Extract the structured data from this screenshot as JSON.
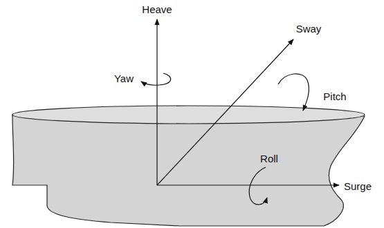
{
  "diagram": {
    "labels": [
      "Heave",
      "Sway",
      "Yaw",
      "Pitch",
      "Roll",
      "Surge"
    ]
  }
}
